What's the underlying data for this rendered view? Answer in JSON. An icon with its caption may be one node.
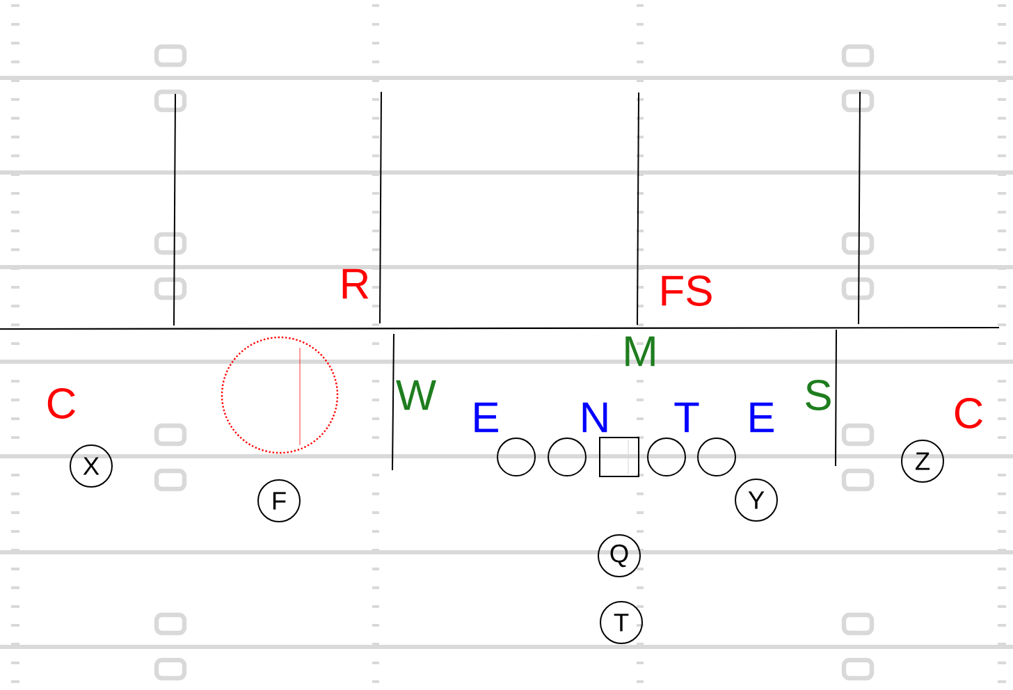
{
  "diagram": {
    "nodes": [
      {
        "text": [],
        "shape": "circle"
      },
      {
        "text": [],
        "shape": "circle"
      },
      {
        "text": [],
        "shape": "circle"
      },
      {
        "text": [],
        "shape": "box"
      },
      {
        "text": [],
        "shape": "circle"
      },
      {
        "text": [],
        "shape": "circle"
      },
      {
        "text": [
          "X"
        ]
      },
      {
        "text": [
          "Z"
        ]
      },
      {
        "text": [
          "F"
        ]
      },
      {
        "text": [
          "Y"
        ]
      },
      {
        "text": [
          "Q"
        ]
      },
      {
        "text": [
          "T"
        ]
      }
    ],
    "labels": [
      "R",
      "FS",
      "M",
      "C",
      "W",
      "E",
      "N",
      "T",
      "E",
      "S",
      "C"
    ]
  }
}
